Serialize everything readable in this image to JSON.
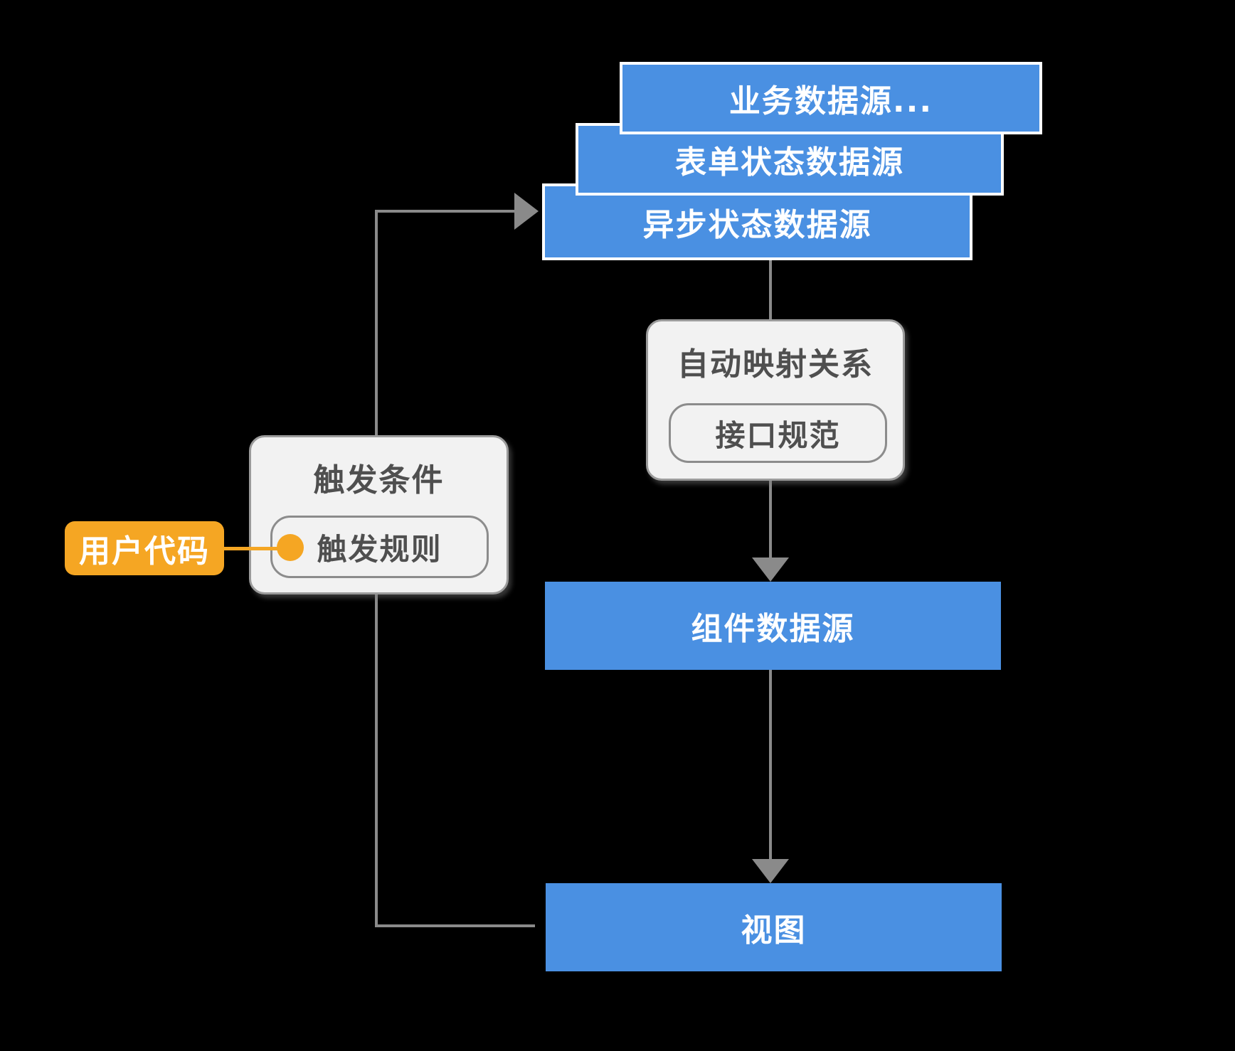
{
  "diagram": {
    "background": "#000000",
    "colors": {
      "node_blue": "#4A90E2",
      "accent_orange": "#F5A623",
      "panel_fill": "#F2F2F2",
      "panel_border": "#9B9B9B",
      "connector_gray": "#8A8A8A",
      "text_dark": "#4F4F4F",
      "text_white": "#FFFFFF"
    },
    "nodes": {
      "business_source": {
        "label": "业务数据源..."
      },
      "form_state_source": {
        "label": "表单状态数据源"
      },
      "async_state_source": {
        "label": "异步状态数据源"
      },
      "auto_mapping": {
        "title": "自动映射关系",
        "chip": "接口规范"
      },
      "trigger": {
        "title": "触发条件",
        "chip": "触发规则"
      },
      "user_code": {
        "label": "用户代码"
      },
      "component_source": {
        "label": "组件数据源"
      },
      "view": {
        "label": "视图"
      }
    }
  }
}
